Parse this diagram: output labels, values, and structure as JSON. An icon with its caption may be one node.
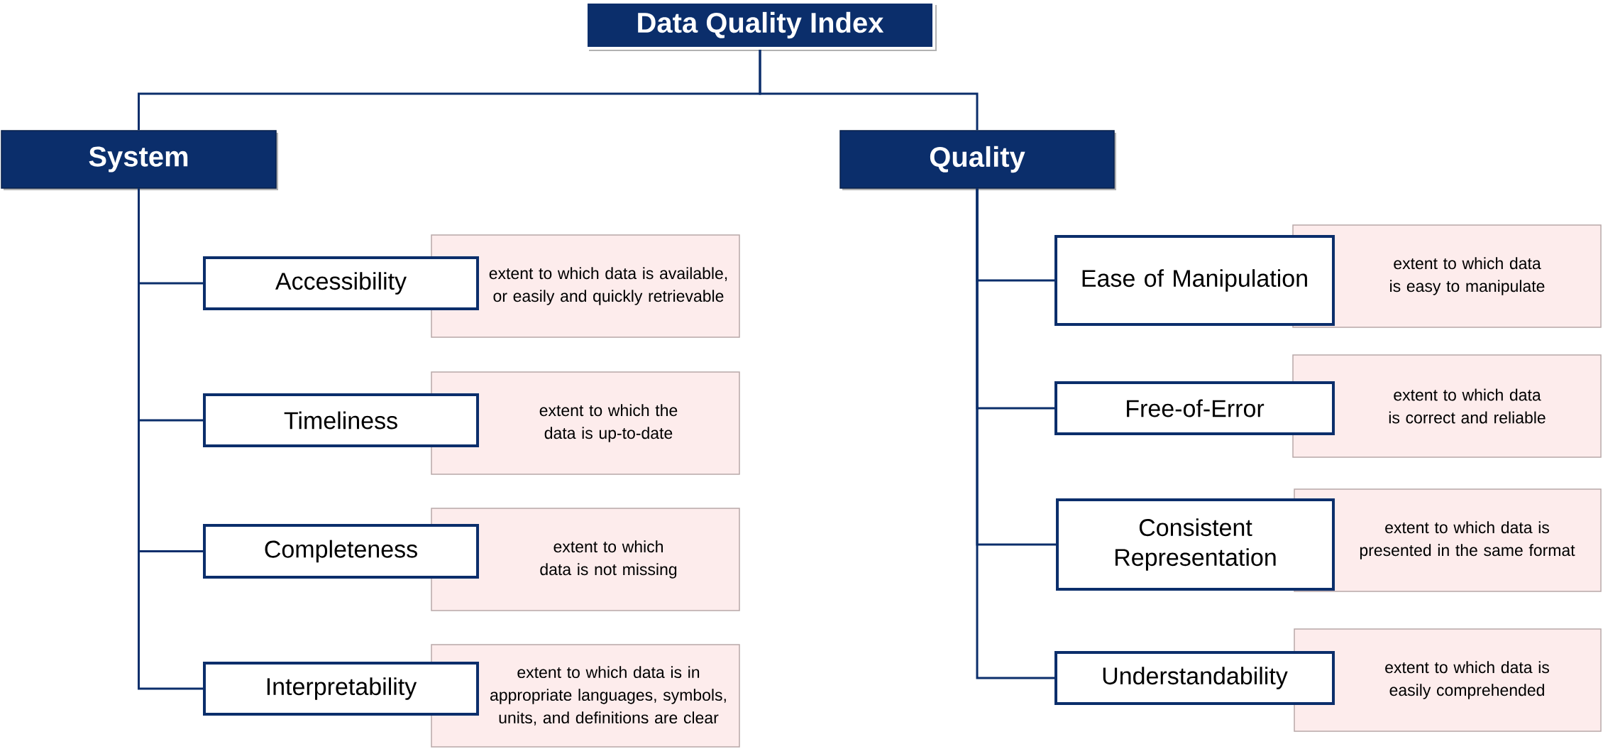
{
  "diagram": {
    "nodes": [
      {
        "text": [
          "Data Quality Index"
        ]
      },
      {
        "text": [
          "System"
        ]
      },
      {
        "text": [
          "Quality"
        ]
      },
      {
        "text": [
          "Accessibility"
        ]
      },
      {
        "text": [
          "extent to which data is available, or easily and quickly retrievable"
        ]
      },
      {
        "text": [
          "Timeliness"
        ]
      },
      {
        "text": [
          "extent to which the data is up-to-date"
        ]
      },
      {
        "text": [
          "Completeness"
        ]
      },
      {
        "text": [
          "extent to which data is not missing"
        ]
      },
      {
        "text": [
          "Interpretability"
        ]
      },
      {
        "text": [
          "extent to which data is in appropriate languages, symbols, units, and definitions are clear"
        ]
      },
      {
        "text": [
          "Ease of Manipulation"
        ]
      },
      {
        "text": [
          "extent to which data is easy to manipulate"
        ]
      },
      {
        "text": [
          "Free-of-Error"
        ]
      },
      {
        "text": [
          "extent to which data is correct and reliable"
        ]
      },
      {
        "text": [
          "Consistent Representation"
        ]
      },
      {
        "text": [
          "extent to which data is presented in the same format"
        ]
      },
      {
        "text": [
          "Understandability"
        ]
      },
      {
        "text": [
          "extent to which data is easily comprehended"
        ]
      }
    ],
    "edges": [
      {
        "from": 0,
        "to": 1,
        "arrow": "none"
      },
      {
        "from": 0,
        "to": 2,
        "arrow": "none"
      },
      {
        "from": 1,
        "to": 3,
        "arrow": "none"
      },
      {
        "from": 1,
        "to": 5,
        "arrow": "none"
      },
      {
        "from": 1,
        "to": 7,
        "arrow": "none"
      },
      {
        "from": 1,
        "to": 9,
        "arrow": "none"
      },
      {
        "from": 2,
        "to": 11,
        "arrow": "none"
      },
      {
        "from": 2,
        "to": 13,
        "arrow": "none"
      },
      {
        "from": 2,
        "to": 15,
        "arrow": "none"
      },
      {
        "from": 2,
        "to": 17,
        "arrow": "none"
      }
    ]
  }
}
